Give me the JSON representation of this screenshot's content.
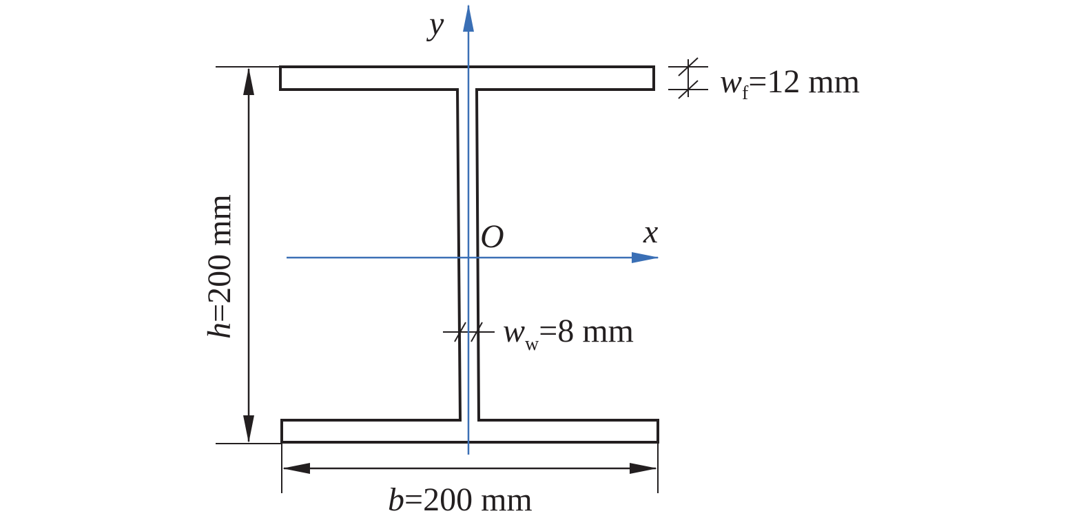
{
  "axes": {
    "x_label": "x",
    "y_label": "y",
    "origin_label": "O",
    "color": "#3a6fb5"
  },
  "dimensions": {
    "height": {
      "symbol": "h",
      "value_text": "=200 mm"
    },
    "width": {
      "symbol": "b",
      "value_text": "=200 mm"
    },
    "flange_thickness": {
      "symbol": "w",
      "subscript": "f",
      "value_text": "=12 mm"
    },
    "web_thickness": {
      "symbol": "w",
      "subscript": "w",
      "value_text": "=8 mm"
    }
  },
  "colors": {
    "outline": "#231f20",
    "axis": "#3a6fb5"
  }
}
